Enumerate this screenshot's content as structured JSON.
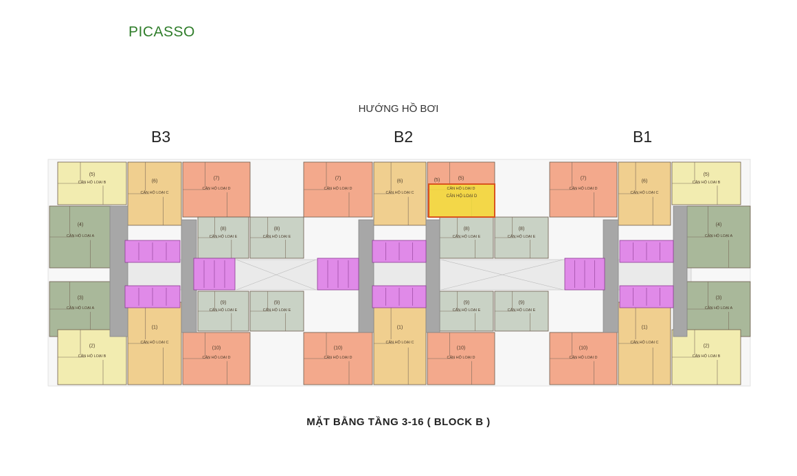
{
  "brand": "PICASSO",
  "pool_direction": "HƯỚNG HỒ BƠI",
  "blocks": [
    "B3",
    "B2",
    "B1"
  ],
  "floor_title": "MẶT BẰNG TẦNG 3-16 ( BLOCK B )",
  "highlight_unit": {
    "label": "CĂN HỘ LOẠI D",
    "number": "(5)"
  },
  "colors": {
    "type_a": "#a9b89a",
    "type_b": "#f2ecb0",
    "type_c": "#f0cf8f",
    "type_d": "#f3a98c",
    "type_e": "#c9d2c5",
    "core": "#a7a7a7",
    "stair": "#e08ae8",
    "highlight": "#f2df3c",
    "brand": "#2f7d2a"
  },
  "units_top": [
    {
      "label": "CĂN HỘ LOẠI B",
      "number": "(5)"
    },
    {
      "label": "CĂN HỘ LOẠI C",
      "number": "(6)"
    },
    {
      "label": "CĂN HỘ LOẠI D",
      "number": "(7)"
    },
    {
      "label": "CĂN HỘ LOẠI E",
      "number": "(8)"
    },
    {
      "label": "CĂN HỘ LOẠI A",
      "number": "(4)"
    }
  ],
  "units_bottom": [
    {
      "label": "CĂN HỘ LOẠI B",
      "number": "(2)"
    },
    {
      "label": "CĂN HỘ LOẠI C",
      "number": "(1)"
    },
    {
      "label": "CĂN HỘ LOẠI D",
      "number": "(10)"
    },
    {
      "label": "CĂN HỘ LOẠI E",
      "number": "(9)"
    },
    {
      "label": "CĂN HỘ LOẠI A",
      "number": "(3)"
    }
  ]
}
